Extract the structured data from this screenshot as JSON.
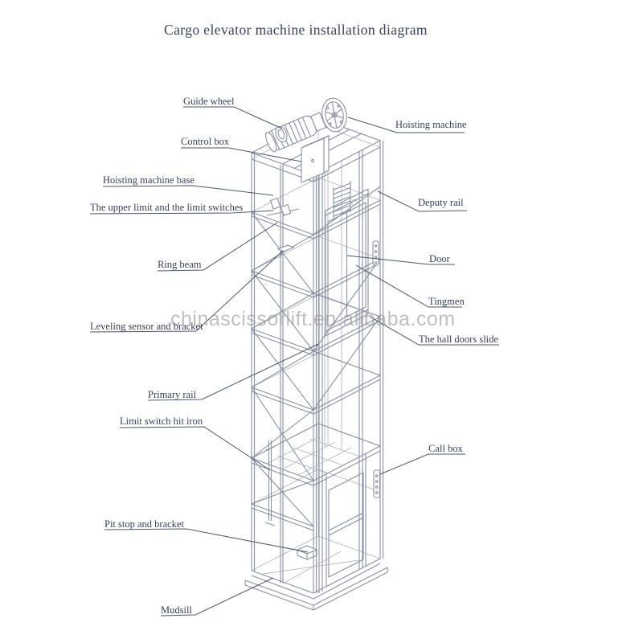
{
  "title": "Cargo elevator machine installation diagram",
  "watermark": "chinascissorlift.en.alibaba.com",
  "diagram": {
    "type": "labeled-technical-line-drawing",
    "subject": "cargo elevator guide-rail lift tower with hoisting machine, doors, cabin and base",
    "labels": {
      "guide_wheel": "Guide wheel",
      "hoisting_machine": "Hoisting machine",
      "control_box": "Control box",
      "hoisting_machine_base": "Hoisting machine base",
      "upper_limit_switches": "The upper limit and the limit switches",
      "deputy_rail": "Deputy rail",
      "ring_beam": "Ring beam",
      "door": "Door",
      "tingmen": "Tingmen",
      "leveling_sensor": "Leveling sensor and bracket",
      "hall_doors_slide": "The hall doors slide",
      "primary_rail": "Primary rail",
      "limit_switch_hit_iron": "Limit switch hit iron",
      "call_box": "Call box",
      "pit_stop": "Pit stop and bracket",
      "mudsill": "Mudsill"
    },
    "colors": {
      "line": "#8a90a2",
      "line_light": "#b2b7c3",
      "leader": "#4e5669",
      "label_text": "#39415a",
      "watermark": "#9a9a9a",
      "background": "#ffffff"
    }
  }
}
